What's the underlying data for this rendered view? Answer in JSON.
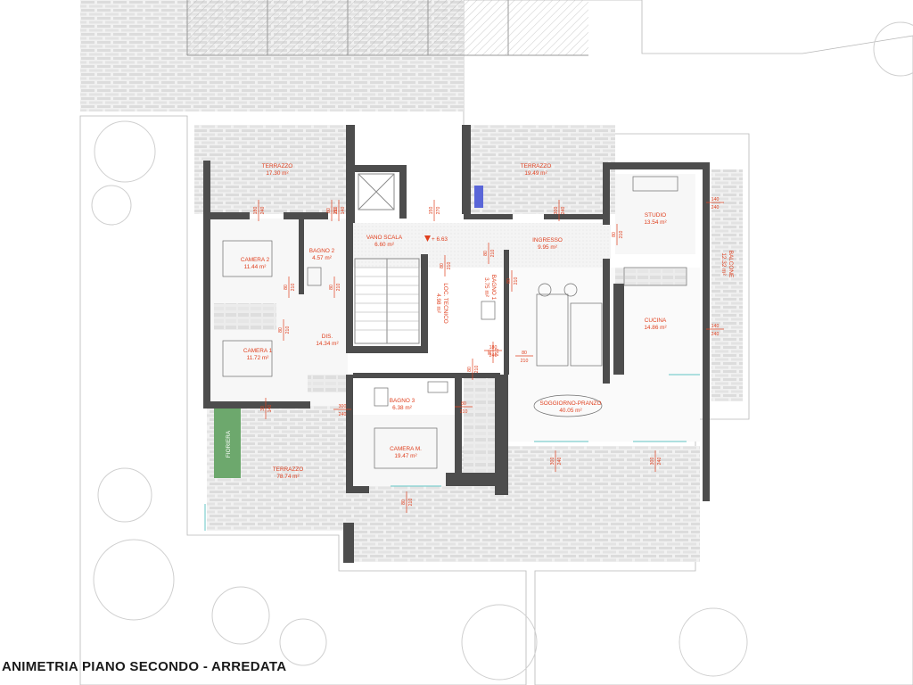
{
  "title": "ANIMETRIA PIANO SECONDO - ARREDATA",
  "rooms": [
    {
      "name": "TERRAZZO",
      "area": "17.30 m²"
    },
    {
      "name": "TERRAZZO",
      "area": "19.49 m²"
    },
    {
      "name": "VANO SCALA",
      "area": "6.60 m²"
    },
    {
      "name": "INGRESSO",
      "area": "9.95 m²"
    },
    {
      "name": "STUDIO",
      "area": "13.54 m²"
    },
    {
      "name": "CAMERA 2",
      "area": "11.44 m²"
    },
    {
      "name": "BAGNO 2",
      "area": "4.57 m²"
    },
    {
      "name": "LOC. TECNICO",
      "area": "4.98 m²"
    },
    {
      "name": "BAGNO 1",
      "area": "3.75 m²"
    },
    {
      "name": "BALCONE",
      "area": "12.32 m²"
    },
    {
      "name": "CUCINA",
      "area": "14.86 m²"
    },
    {
      "name": "CAMERA 1",
      "area": "11.72 m²"
    },
    {
      "name": "DIS.",
      "area": "14.34 m²"
    },
    {
      "name": "BAGNO 3",
      "area": "6.38 m²"
    },
    {
      "name": "SOGGIORNO-PRANZO",
      "area": "40.05 m²"
    },
    {
      "name": "CAMERA M.",
      "area": "19.47 m²"
    },
    {
      "name": "TERRAZZO",
      "area": "78.74 m²"
    },
    {
      "name": "FIORIERA",
      "area": ""
    }
  ],
  "level_marker": "+ 6.63",
  "dimensions": [
    {
      "w": "180",
      "h": "240"
    },
    {
      "w": "80",
      "h": "210"
    },
    {
      "w": "80",
      "h": "140"
    },
    {
      "w": "150",
      "h": "270"
    },
    {
      "w": "300",
      "h": "240"
    },
    {
      "w": "140",
      "h": "240"
    },
    {
      "w": "140",
      "h": "240"
    },
    {
      "w": "80",
      "h": "210"
    },
    {
      "w": "80",
      "h": "210"
    },
    {
      "w": "80",
      "h": "210"
    },
    {
      "w": "80",
      "h": "210"
    },
    {
      "w": "80",
      "h": "210"
    },
    {
      "w": "80",
      "h": "210"
    },
    {
      "w": "80",
      "h": "210"
    },
    {
      "w": "80",
      "h": "210"
    },
    {
      "w": "80",
      "h": "210"
    },
    {
      "w": "80",
      "h": "210"
    },
    {
      "w": "180",
      "h": "240"
    },
    {
      "w": "30",
      "h": "140"
    },
    {
      "w": "300",
      "h": "240"
    },
    {
      "w": "300",
      "h": "240"
    },
    {
      "w": "300",
      "h": "240"
    },
    {
      "w": "80",
      "h": "210"
    },
    {
      "w": "80",
      "h": "210"
    }
  ]
}
